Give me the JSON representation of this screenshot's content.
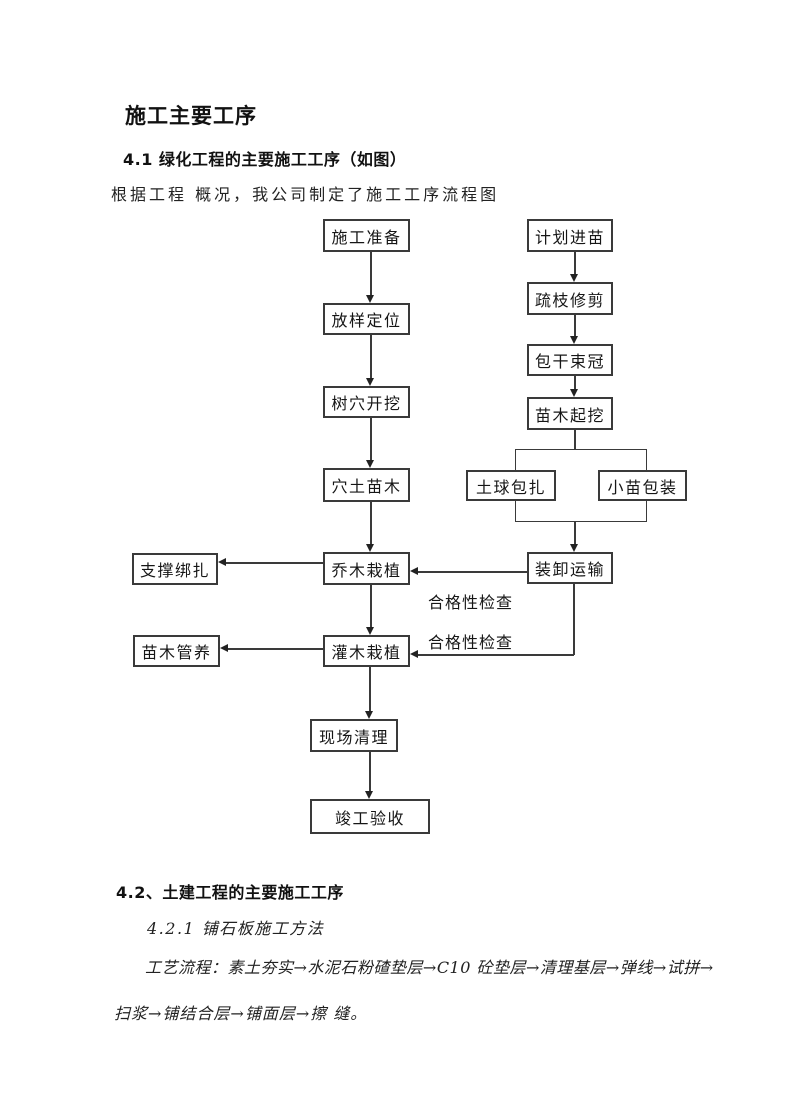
{
  "page": {
    "title": "施工主要工序",
    "section_4_1": "4.1 绿化工程的主要施工工序（如图）",
    "intro": "根据工程 概况，我公司制定了施工工序流程图",
    "section_4_2": "4.2、土建工程的主要施工工序",
    "section_4_2_1": "4.2.1 铺石板施工方法",
    "process_line_1": "工艺流程：素土夯实→水泥石粉碴垫层→C10 砼垫层→清理基层→弹线→试拼→",
    "process_line_2": "扫浆→铺结合层→铺面层→擦 缝。"
  },
  "flowchart": {
    "boxes": {
      "prep": "施工准备",
      "layout": "放样定位",
      "pit_dig": "树穴开挖",
      "pit_soil": "穴土苗木",
      "tree_plant": "乔木栽植",
      "shrub_plant": "灌木栽植",
      "site_clean": "现场清理",
      "acceptance": "竣工验收",
      "support_tie": "支撑绑扎",
      "seedling_care": "苗木管养",
      "plan_seedling": "计划进苗",
      "prune": "疏枝修剪",
      "wrap_crown": "包干束冠",
      "seedling_dig": "苗木起挖",
      "root_ball_wrap": "土球包扎",
      "small_seedling_pack": "小苗包装",
      "load_transport": "装卸运输"
    },
    "labels": {
      "check_1": "合格性检查",
      "check_2": "合格性检查"
    }
  },
  "colors": {
    "ink": "#1b1b1b",
    "line": "#3a3a3a",
    "background": "#ffffff"
  }
}
